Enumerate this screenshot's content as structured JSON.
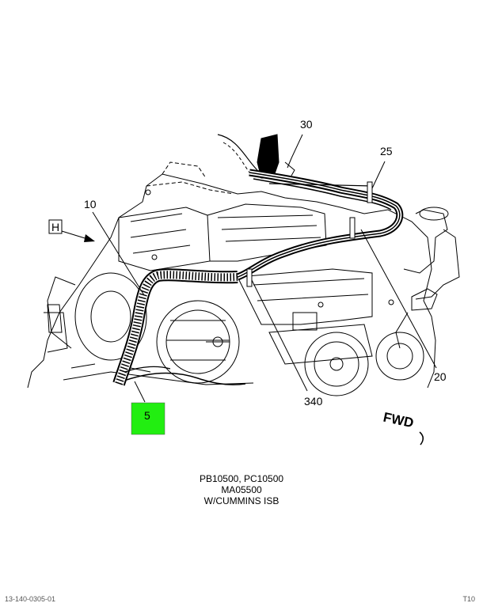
{
  "callouts": {
    "c30": "30",
    "c25": "25",
    "c10": "10",
    "cH": "H",
    "c20": "20",
    "c340": "340",
    "c5": "5"
  },
  "fwd_label": "FWD",
  "caption": [
    "PB10500, PC10500",
    "MA05500",
    "W/CUMMINS ISB"
  ],
  "highlight_color": "#22ee11",
  "footer_left": "13-140-0305-01",
  "footer_right": "T10"
}
